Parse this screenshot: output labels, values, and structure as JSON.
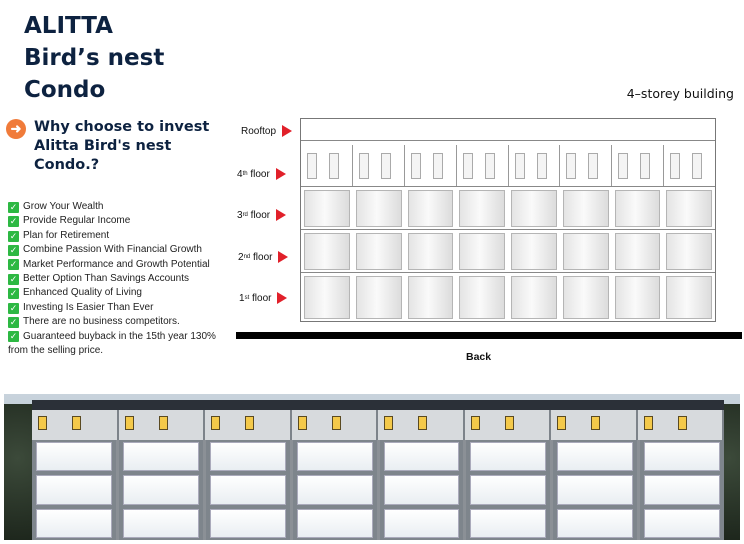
{
  "title": {
    "line1": "ALITTA",
    "line2": "Bird’s nest",
    "line3": "Condo"
  },
  "building_label": "4–storey building",
  "why": {
    "bullet_icon": "arrow-right",
    "line1": "Why choose to invest",
    "line2": "Alitta  Bird's nest",
    "line3": "Condo.?"
  },
  "benefits": [
    "Grow Your Wealth",
    "Provide Regular Income",
    "Plan for Retirement",
    "Combine Passion With Financial Growth",
    "Market Performance and Growth Potential",
    "Better Option Than Savings Accounts",
    "Enhanced Quality of Living",
    "Investing Is Easier Than Ever",
    "There are no business competitors.",
    "Guaranteed buyback in the 15th year 130%"
  ],
  "benefit_tail": "from the selling price.",
  "floors": {
    "rooftop": "Rooftop",
    "fourth": {
      "num": "4",
      "sup": "th",
      "text": " floor"
    },
    "third": {
      "num": "3",
      "sup": "rd",
      "text": " floor"
    },
    "second": {
      "num": "2",
      "sup": "nd",
      "text": " floor"
    },
    "first": {
      "num": "1",
      "sup": "st",
      "text": " floor"
    }
  },
  "back_label": "Back",
  "colors": {
    "navy": "#0d2240",
    "accent_orange": "#f07b3a",
    "check_green": "#2db843",
    "marker_red": "#e1202a"
  }
}
